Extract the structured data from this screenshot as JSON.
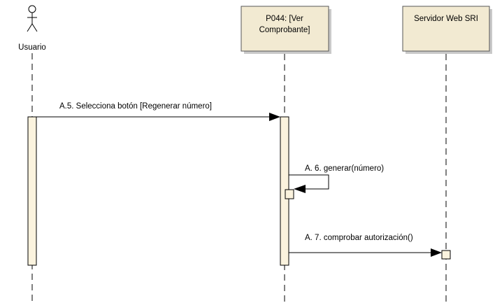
{
  "diagram": {
    "actor": {
      "name": "Usuario"
    },
    "lifelines": [
      {
        "id": "p044",
        "line1": "P044: [Ver",
        "line2": "Comprobante]"
      },
      {
        "id": "sri",
        "line1": "Servidor Web SRI"
      }
    ],
    "messages": [
      {
        "id": "a5",
        "label": "A.5.  Selecciona botón [Regenerar número]"
      },
      {
        "id": "a6",
        "label": "A. 6. generar(número)"
      },
      {
        "id": "a7",
        "label": "A. 7. comprobar autorización()"
      }
    ]
  }
}
